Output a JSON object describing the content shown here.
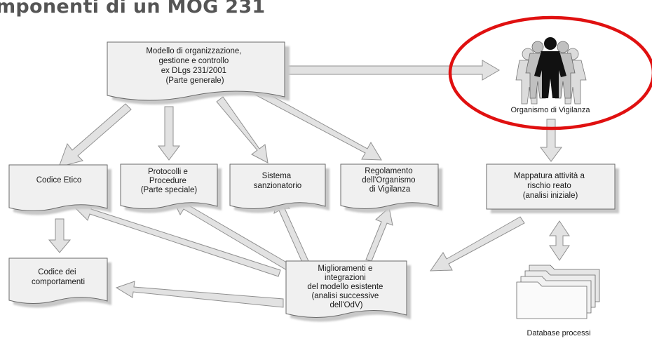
{
  "title": "mponenti di un MOG 231",
  "highlight_color": "#e01010",
  "nodes": {
    "modello": [
      "Modello di organizzazione,",
      "gestione e controllo",
      "ex DLgs 231/2001",
      "(Parte generale)"
    ],
    "codice_etico": [
      "Codice Etico"
    ],
    "protocolli": [
      "Protocolli e",
      "Procedure",
      "(Parte speciale)"
    ],
    "sistema": [
      "Sistema",
      "sanzionatorio"
    ],
    "regolamento": [
      "Regolamento",
      "dell'Organismo",
      "di Vigilanza"
    ],
    "mappatura": [
      "Mappatura attività a",
      "rischio reato",
      "(analisi iniziale)"
    ],
    "codice_comportamenti": [
      "Codice dei",
      "comportamenti"
    ],
    "miglioramenti": [
      "Miglioramenti e",
      "integrazioni",
      "del modello esistente",
      "(analisi successive",
      "dell'OdV)"
    ]
  },
  "odv_label": "Organismo di Vigilanza",
  "database_label": "Database processi",
  "icons": {
    "people": "people-group-icon",
    "folders": "folder-stack-icon"
  }
}
